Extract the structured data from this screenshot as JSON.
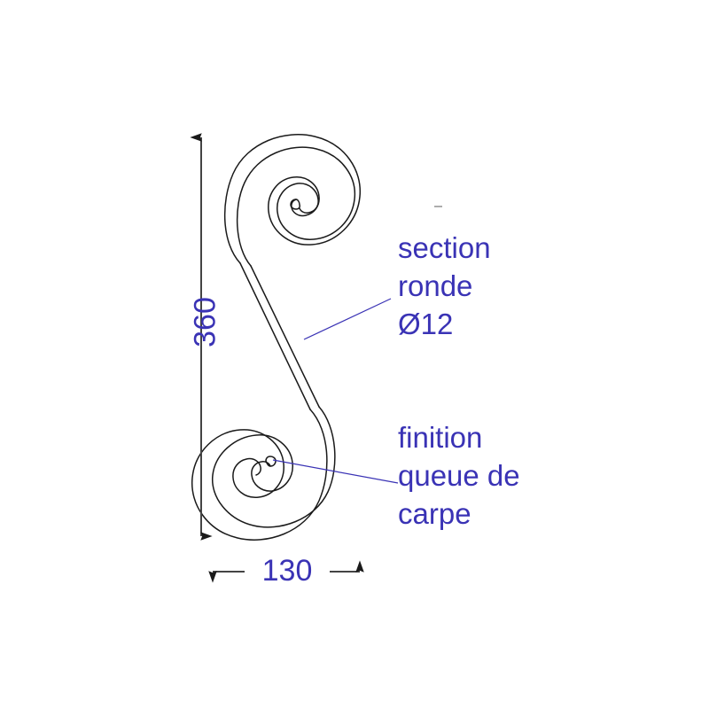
{
  "drawing": {
    "title": "S-scroll wrought iron element technical drawing",
    "line_color": "#1a1a1a",
    "annotation_color": "#3a33b5",
    "background": "#ffffff"
  },
  "annotations": [
    {
      "id": "section",
      "name": "section-ronde-callout",
      "lines": [
        "section",
        "ronde",
        "Ø12"
      ],
      "text": "section ronde Ø12"
    },
    {
      "id": "finition",
      "name": "finition-queue-de-carpe-callout",
      "lines": [
        "finition",
        "queue de",
        "carpe"
      ],
      "text": "finition queue de carpe"
    }
  ],
  "dimensions": {
    "vertical": {
      "value": "360",
      "orientation": "vertical",
      "arrows": "both-ends"
    },
    "horizontal": {
      "value": "130",
      "orientation": "horizontal",
      "arrows": "both-ends"
    }
  },
  "chart_data": {
    "type": "diagram",
    "title": "S-scroll (volute) wrought iron bar",
    "height_mm": 360,
    "width_mm": 130,
    "bar_section": "round",
    "bar_diameter_mm": 12,
    "end_finish": "queue de carpe (fishtail)",
    "spirals": 2
  }
}
